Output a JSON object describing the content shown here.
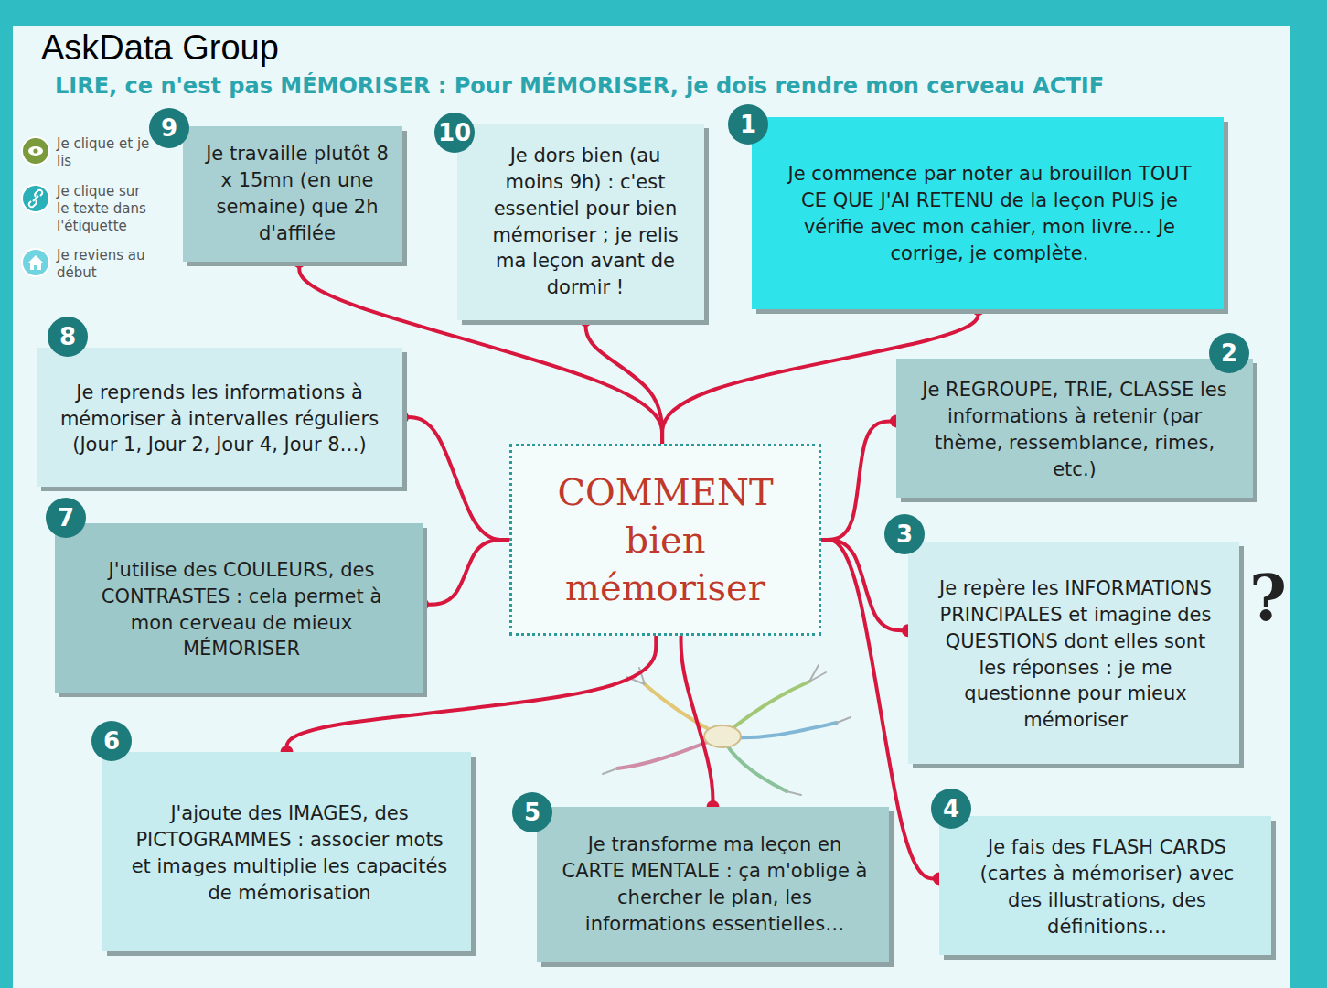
{
  "diagram": {
    "title": "LIRE, ce n'est pas MÉMORISER : Pour MÉMORISER, je dois rendre mon cerveau ACTIF",
    "nodes": [
      {
        "text": [
          "COMMENT bien mémoriser"
        ]
      },
      {
        "text": [
          "1",
          "Je commence par noter au brouillon TOUT CE QUE J'AI RETENU de la leçon PUIS je vérifie avec mon cahier, mon livre… Je corrige, je complète."
        ]
      },
      {
        "text": [
          "2",
          "Je REGROUPE, TRIE, CLASSE les informations à retenir (par thème, ressemblance, rimes, etc.)"
        ]
      },
      {
        "text": [
          "3",
          "Je repère les INFORMATIONS PRINCIPALES et imagine des QUESTIONS dont elles sont les réponses : je me questionne pour mieux mémoriser"
        ]
      },
      {
        "text": [
          "4",
          "Je fais des FLASH CARDS (cartes à mémoriser) avec des illustrations, des définitions…"
        ]
      },
      {
        "text": [
          "5",
          "Je transforme ma leçon en CARTE MENTALE : ça m'oblige à chercher le plan, les informations essentielles…"
        ]
      },
      {
        "text": [
          "6",
          "J'ajoute des IMAGES, des PICTOGRAMMES : associer mots et images multiplie les capacités de mémorisation"
        ]
      },
      {
        "text": [
          "7",
          "J'utilise des COULEURS, des CONTRASTES : cela permet à mon cerveau de mieux MÉMORISER"
        ]
      },
      {
        "text": [
          "8",
          "Je reprends les informations à mémoriser à intervalles réguliers (Jour 1, Jour 2, Jour 4, Jour 8…)"
        ]
      },
      {
        "text": [
          "9",
          "Je travaille plutôt 8 x 15mn (en une semaine) que 2h d'affilée"
        ]
      },
      {
        "text": [
          "10",
          "Je dors bien (au moins 9h) : c'est essentiel pour bien mémoriser ; je relis ma leçon avant de dormir !"
        ]
      }
    ],
    "edges": [
      {
        "from": 0,
        "to": 1,
        "arrow": "none"
      },
      {
        "from": 0,
        "to": 2,
        "arrow": "none"
      },
      {
        "from": 0,
        "to": 3,
        "arrow": "none"
      },
      {
        "from": 0,
        "to": 4,
        "arrow": "none"
      },
      {
        "from": 0,
        "to": 5,
        "arrow": "none"
      },
      {
        "from": 0,
        "to": 6,
        "arrow": "none"
      },
      {
        "from": 0,
        "to": 7,
        "arrow": "none"
      },
      {
        "from": 0,
        "to": 8,
        "arrow": "none"
      },
      {
        "from": 0,
        "to": 9,
        "arrow": "none"
      },
      {
        "from": 0,
        "to": 10,
        "arrow": "none"
      }
    ],
    "labels": [
      "AskData Group",
      "?"
    ],
    "legend": [
      {
        "text": "Je clique et je lis"
      },
      {
        "text": "Je clique sur le texte dans l'étiquette"
      },
      {
        "text": "Je reviens au début"
      }
    ]
  }
}
